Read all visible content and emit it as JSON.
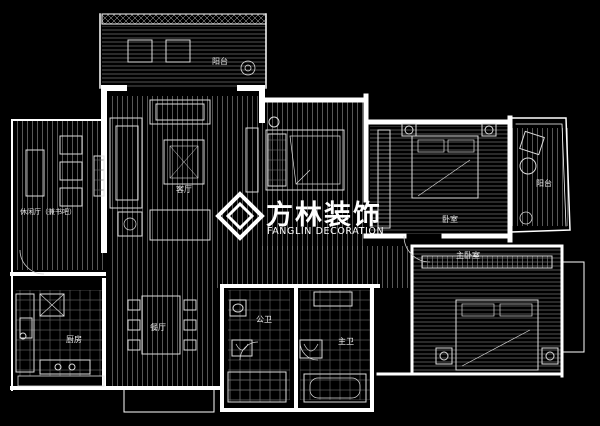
{
  "rooms": {
    "balcony_top": "阳台",
    "living": "客厅",
    "leisure": "休闲厅（兼书吧）",
    "bedroom": "卧室",
    "balcony_right": "阳台",
    "master_bedroom": "主卧室",
    "kitchen": "厨房",
    "dining": "餐厅",
    "public_bath": "公卫",
    "master_bath": "主卫"
  },
  "brand": {
    "name_cn": "方林装饰",
    "name_en": "FANGLIN DECORATION"
  },
  "colors": {
    "background": "#000000",
    "wall": "#ffffff",
    "floor_lines": "#8a8a8a",
    "furniture": "#dddddd"
  }
}
